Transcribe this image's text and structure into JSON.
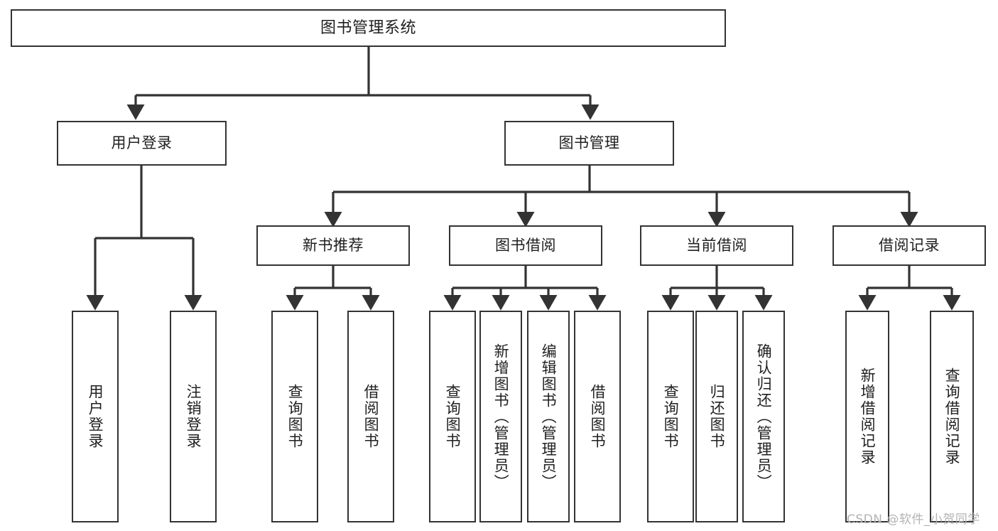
{
  "diagram": {
    "type": "tree-hierarchy",
    "root": {
      "label": "图书管理系统"
    },
    "level1": [
      {
        "label": "用户登录"
      },
      {
        "label": "图书管理"
      }
    ],
    "level2": [
      {
        "label": "新书推荐"
      },
      {
        "label": "图书借阅"
      },
      {
        "label": "当前借阅"
      },
      {
        "label": "借阅记录"
      }
    ],
    "leaves": {
      "user_login": [
        {
          "label": "用户登录"
        },
        {
          "label": "注销登录"
        }
      ],
      "new_book_recommend": [
        {
          "label": "查询图书"
        },
        {
          "label": "借阅图书"
        }
      ],
      "book_borrow": [
        {
          "label": "查询图书"
        },
        {
          "label": "新增图书（管理员）"
        },
        {
          "label": "编辑图书（管理员）"
        },
        {
          "label": "借阅图书"
        }
      ],
      "current_borrow": [
        {
          "label": "查询图书"
        },
        {
          "label": "归还图书"
        },
        {
          "label": "确认归还（管理员）"
        }
      ],
      "borrow_record": [
        {
          "label": "新增借阅记录"
        },
        {
          "label": "查询借阅记录"
        }
      ]
    }
  },
  "watermark": {
    "text": "CSDN @软件_小贺同学"
  },
  "colors": {
    "background": "#ffffff",
    "stroke": "#333333",
    "text": "#1f1f1f",
    "watermark": "#b3b3b3"
  }
}
